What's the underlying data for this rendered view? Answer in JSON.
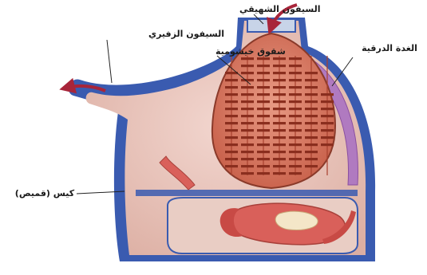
{
  "labels": {
    "incurrent_siphon": "السيفون الشهيقي",
    "excurrent_siphon": "السيفون الزفيري",
    "gill_slits": "شقوق خيشومية",
    "endostyle": "الغدة الدرقية",
    "tunic": "كيس (قميص)"
  },
  "colors": {
    "tunic": "#3a5bb0",
    "body": "#e8c0b6",
    "pharynx": "#d97860",
    "slits": "#8a2e1e",
    "endostyle": "#b07ac0",
    "gut": "#d9605a",
    "arrow": "#a8253a"
  }
}
